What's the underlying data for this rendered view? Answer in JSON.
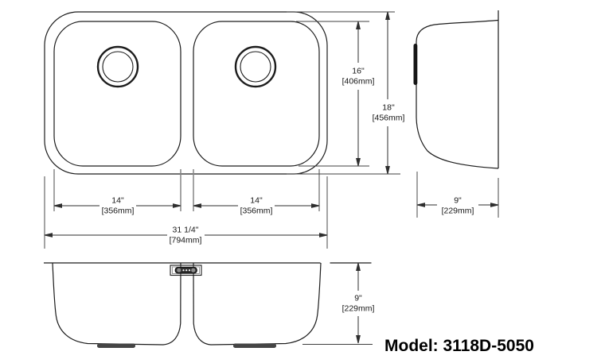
{
  "drawing": {
    "type": "technical-dimension-drawing",
    "subject": "double-bowl undermount kitchen sink",
    "model_label": "Model: 3118D-5050",
    "views": {
      "top_view": "plan view with two bowls and drain openings",
      "side_view": "right side profile view",
      "front_view": "front elevation with mounting clip and drains"
    },
    "colors": {
      "background": "#ffffff",
      "outline": "#1c1c1c",
      "dimension_line": "#2e2e2e",
      "extension_line": "#868686",
      "drain_fill": "#454545",
      "clip_fill": "#2e2e2e",
      "text": "#161616"
    }
  },
  "dims": {
    "bowl_front_back": {
      "in": "16\"",
      "mm": "[406mm]"
    },
    "overall_front_back": {
      "in": "18\"",
      "mm": "[456mm]"
    },
    "left_bowl_width": {
      "in": "14\"",
      "mm": "[356mm]"
    },
    "right_bowl_width": {
      "in": "14\"",
      "mm": "[356mm]"
    },
    "overall_width": {
      "in": "31 1/4\"",
      "mm": "[794mm]"
    },
    "side_depth": {
      "in": "9\"",
      "mm": "[229mm]"
    },
    "bowl_depth": {
      "in": "9\"",
      "mm": "[229mm]"
    }
  }
}
